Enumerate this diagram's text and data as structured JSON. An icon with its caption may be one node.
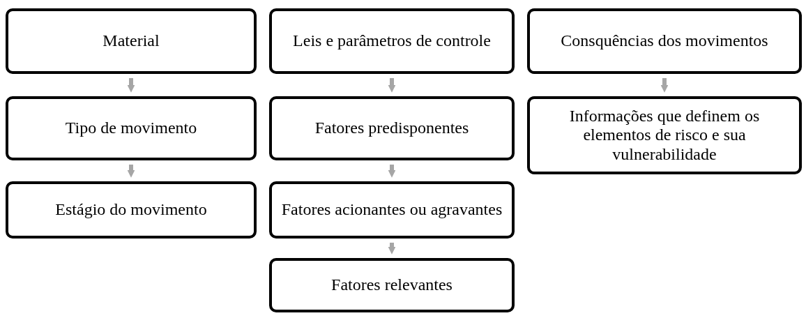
{
  "diagram": {
    "nodes": [
      {
        "text": [
          "Material"
        ]
      },
      {
        "text": [
          "Tipo de movimento"
        ]
      },
      {
        "text": [
          "Estágio do movimento"
        ]
      },
      {
        "text": [
          "Leis e parâmetros de controle"
        ]
      },
      {
        "text": [
          "Fatores predisponentes"
        ]
      },
      {
        "text": [
          "Fatores acionantes ou agravantes"
        ]
      },
      {
        "text": [
          "Fatores relevantes"
        ]
      },
      {
        "text": [
          "Consquências dos movimentos"
        ]
      },
      {
        "text": [
          "Informações que definem os elementos de risco e sua vulnerabilidade"
        ]
      }
    ],
    "edges": [
      {
        "from": 0,
        "to": 1,
        "arrow": "to"
      },
      {
        "from": 1,
        "to": 2,
        "arrow": "to"
      },
      {
        "from": 3,
        "to": 4,
        "arrow": "to"
      },
      {
        "from": 4,
        "to": 5,
        "arrow": "to"
      },
      {
        "from": 5,
        "to": 6,
        "arrow": "to"
      },
      {
        "from": 7,
        "to": 8,
        "arrow": "to"
      }
    ]
  }
}
